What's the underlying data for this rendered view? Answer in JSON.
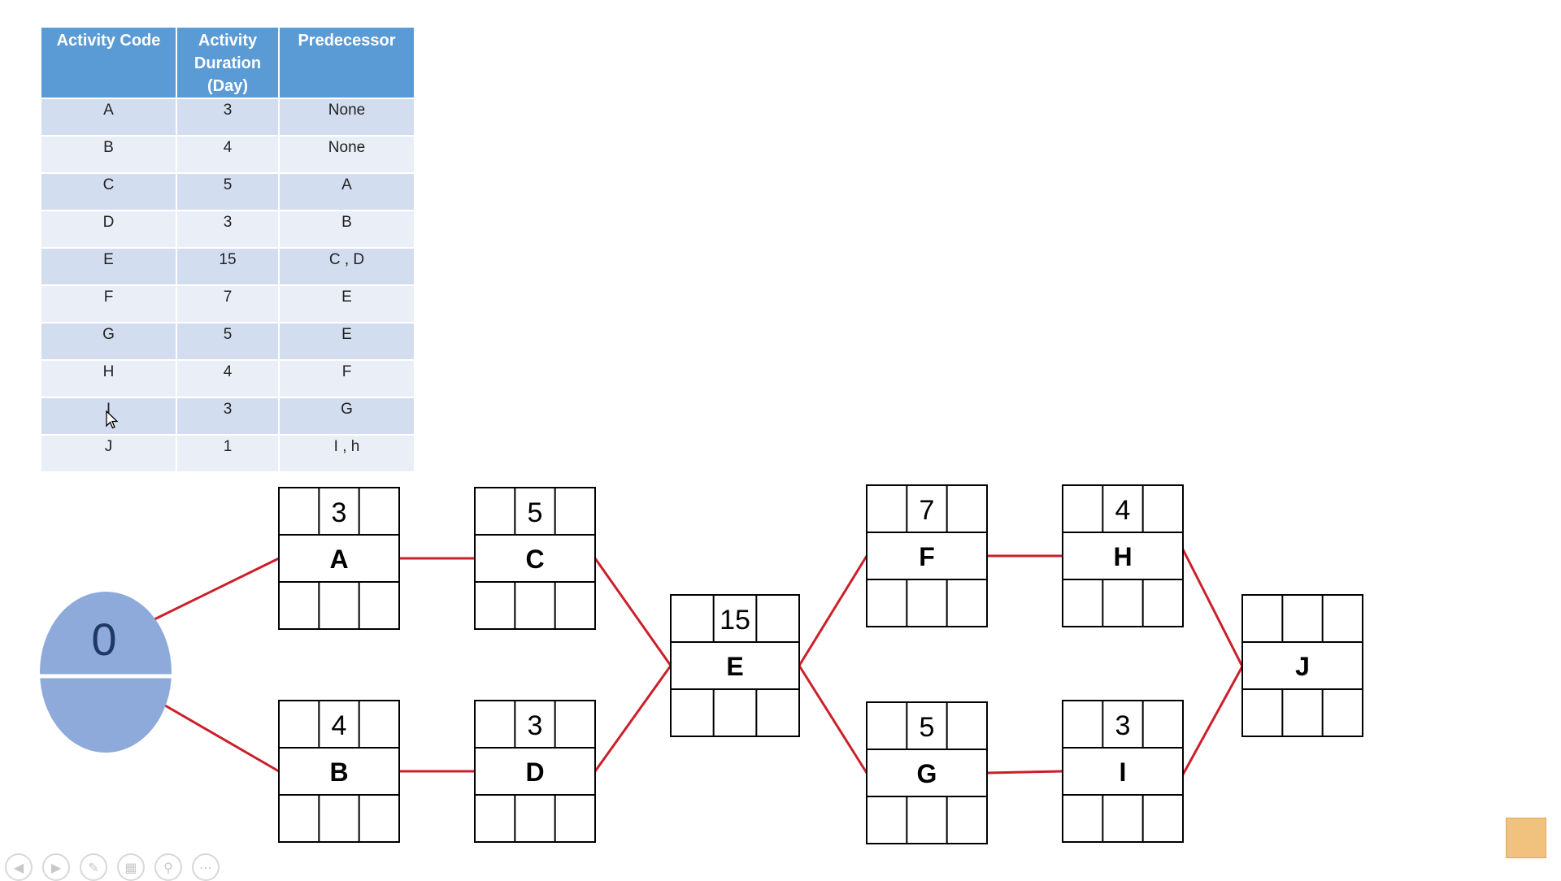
{
  "table": {
    "headers": [
      "Activity Code",
      "Activity Duration (Day)",
      "Predecessor"
    ],
    "rows": [
      [
        "A",
        "3",
        "None"
      ],
      [
        "B",
        "4",
        "None"
      ],
      [
        "C",
        "5",
        "A"
      ],
      [
        "D",
        "3",
        "B"
      ],
      [
        "E",
        "15",
        "C , D"
      ],
      [
        "F",
        "7",
        "E"
      ],
      [
        "G",
        "5",
        "E"
      ],
      [
        "H",
        "4",
        "F"
      ],
      [
        "I",
        "3",
        "G"
      ],
      [
        "J",
        "1",
        "I , h"
      ]
    ]
  },
  "diagram": {
    "start": {
      "label": "0"
    },
    "nodes": [
      {
        "id": "A",
        "duration": "3"
      },
      {
        "id": "B",
        "duration": "4"
      },
      {
        "id": "C",
        "duration": "5"
      },
      {
        "id": "D",
        "duration": "3"
      },
      {
        "id": "E",
        "duration": "15"
      },
      {
        "id": "F",
        "duration": "7"
      },
      {
        "id": "G",
        "duration": "5"
      },
      {
        "id": "H",
        "duration": "4"
      },
      {
        "id": "I",
        "duration": "3"
      },
      {
        "id": "J",
        "duration": ""
      }
    ],
    "edges": [
      [
        "start",
        "A"
      ],
      [
        "start",
        "B"
      ],
      [
        "A",
        "C"
      ],
      [
        "B",
        "D"
      ],
      [
        "C",
        "E"
      ],
      [
        "D",
        "E"
      ],
      [
        "E",
        "F"
      ],
      [
        "E",
        "G"
      ],
      [
        "F",
        "H"
      ],
      [
        "G",
        "I"
      ],
      [
        "H",
        "J"
      ],
      [
        "I",
        "J"
      ]
    ]
  },
  "colors": {
    "header_bg": "#5b9bd5",
    "row_odd": "#d2deef",
    "row_even": "#eaeff7",
    "edge": "#cc1f2a",
    "start_node": "#8eaadb",
    "start_text": "#1f3864"
  },
  "toolbar": {
    "icons": [
      "previous-icon",
      "next-icon",
      "pen-icon",
      "slides-icon",
      "zoom-icon",
      "more-icon"
    ]
  }
}
